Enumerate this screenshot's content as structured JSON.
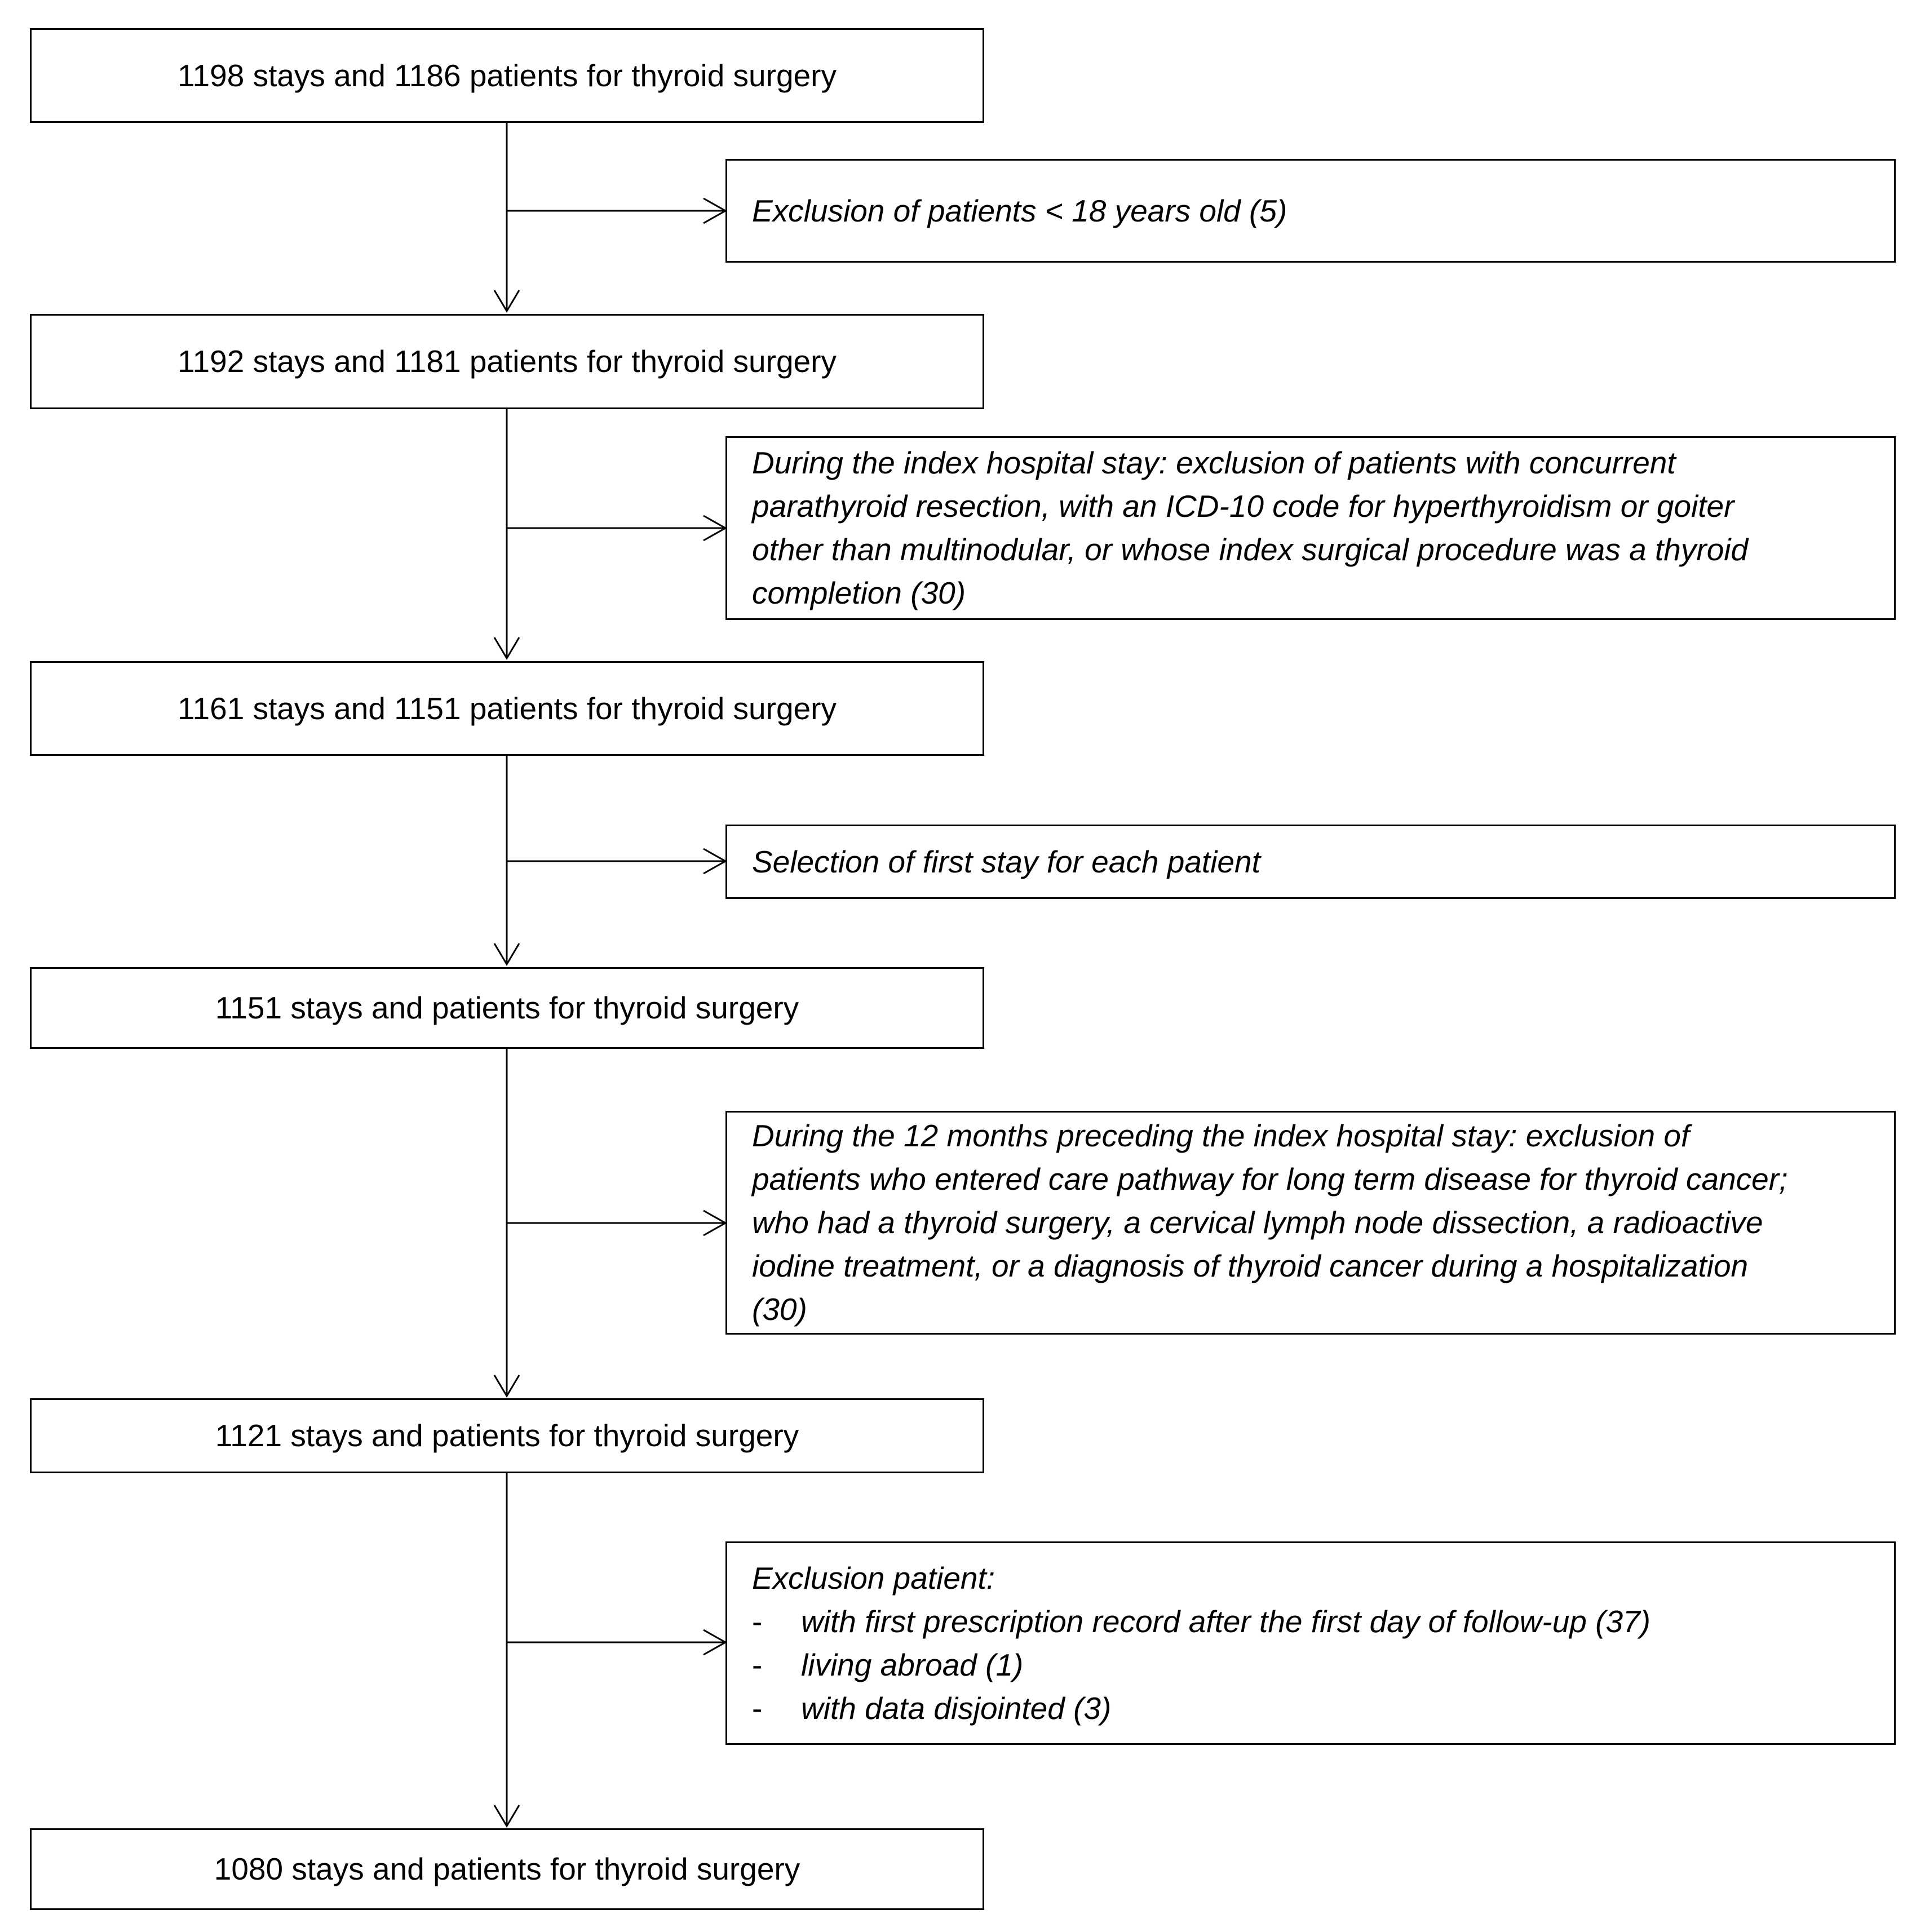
{
  "main_boxes": [
    {
      "text": "1198 stays and 1186 patients  for thyroid surgery"
    },
    {
      "text": "1192 stays and 1181 patients  for thyroid surgery"
    },
    {
      "text": "1161 stays and 1151 patients  for thyroid surgery"
    },
    {
      "text": "1151 stays and patients  for thyroid surgery"
    },
    {
      "text": "1121 stays and patients  for thyroid surgery"
    },
    {
      "text": "1080 stays and patients  for thyroid surgery"
    }
  ],
  "exclusion_boxes": [
    {
      "lines": [
        "Exclusion of patients < 18 years old (5)"
      ]
    },
    {
      "lines": [
        "During the index hospital stay: exclusion of patients with concurrent",
        "parathyroid resection, with an ICD-10 code for  hyperthyroidism or goiter",
        "other than multinodular, or whose index surgical procedure was a thyroid",
        "completion (30)"
      ]
    },
    {
      "lines": [
        "Selection of first stay for each patient"
      ]
    },
    {
      "lines": [
        "During the 12 months preceding the index hospital stay: exclusion of",
        "patients who entered care pathway for long term disease for thyroid cancer;",
        "who had a thyroid surgery, a cervical lymph node dissection, a radioactive",
        "iodine treatment, or a diagnosis of thyroid cancer during a hospitalization",
        "(30)"
      ]
    },
    {
      "heading": "Exclusion patient:",
      "bullet_marker": "-",
      "bullets": [
        "with first prescription record after the first day of follow-up (37)",
        "living abroad (1)",
        "with data disjointed (3)"
      ]
    }
  ]
}
